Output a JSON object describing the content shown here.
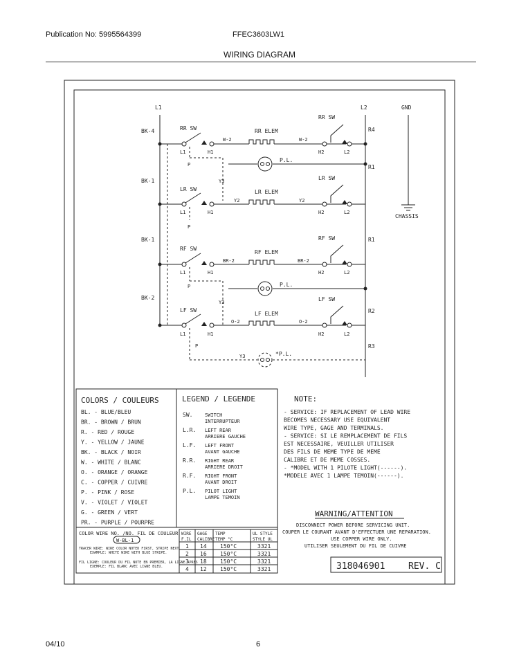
{
  "header": {
    "publication": "Publication No: 5995564399",
    "model": "FFEC3603LW1",
    "title": "WIRING DIAGRAM"
  },
  "footer": {
    "date": "04/10",
    "page": "6"
  },
  "diagram": {
    "lines": {
      "l1": "L1",
      "l2": "L2",
      "gnd": "GND",
      "chassis": "CHASSIS"
    },
    "wires": {
      "bk4": "BK-4",
      "bk1a": "BK-1",
      "bk1b": "BK-1",
      "bk2": "BK-2",
      "w2a": "W-2",
      "w2b": "W-2",
      "y2a": "Y2",
      "y2b": "Y2",
      "br2a": "BR-2",
      "br2b": "BR-2",
      "o2a": "O-2",
      "o2b": "O-2",
      "y3a": "Y3",
      "y3b": "Y3",
      "y3c": "Y3"
    },
    "resistances": {
      "r4": "R4",
      "r1a": "R1",
      "r1b": "R1",
      "r2": "R2",
      "r3": "R3"
    },
    "switches": {
      "rr_sw": "RR SW",
      "lr_sw": "LR SW",
      "rf_sw": "RF SW",
      "lf_sw": "LF SW",
      "rr_sw2": "RR SW",
      "lr_sw2": "LR SW",
      "rf_sw2": "RF SW",
      "lf_sw2": "LF SW"
    },
    "elements": {
      "rr_elem": "RR ELEM",
      "lr_elem": "LR ELEM",
      "rf_elem": "RF ELEM",
      "lf_elem": "LF ELEM"
    },
    "terminals": {
      "l1": "L1",
      "h1": "H1",
      "p": "P",
      "h2": "H2",
      "l2": "L2"
    },
    "pilot_lights": {
      "pl1": "P.L.",
      "pl2": "P.L.",
      "pl3": "*P.L."
    }
  },
  "colors_box": {
    "title": "COLORS / COULEURS",
    "items": [
      "BL. - BLUE/BLEU",
      "BR. - BROWN / BRUN",
      "R. - RED / ROUGE",
      "Y. - YELLOW / JAUNE",
      "BK. - BLACK / NOIR",
      "W. - WHITE / BLANC",
      "O. - ORANGE / ORANGE",
      "C. - COPPER / CUIVRE",
      "P. - PINK / ROSE",
      "V. - VIOLET / VIOLET",
      "G. - GREEN / VERT",
      "PR. - PURPLE / POURPRE"
    ]
  },
  "legend_box": {
    "title": "LEGEND / LEGENDE",
    "items": [
      {
        "abbr": "SW.",
        "text": [
          "SWITCH",
          "INTERRUPTEUR"
        ]
      },
      {
        "abbr": "L.R.",
        "text": [
          "LEFT REAR",
          "ARRIERE GAUCHE"
        ]
      },
      {
        "abbr": "L.F.",
        "text": [
          "LEFT FRONT",
          "AVANT GAUCHE"
        ]
      },
      {
        "abbr": "R.R.",
        "text": [
          "RIGHT REAR",
          "ARRIERE DROIT"
        ]
      },
      {
        "abbr": "R.F.",
        "text": [
          "RIGHT FRONT",
          "AVANT DROIT"
        ]
      },
      {
        "abbr": "P.L.",
        "text": [
          "PILOT LIGHT",
          "LAMPE TEMOIN"
        ]
      }
    ]
  },
  "note_box": {
    "title": "NOTE:",
    "lines": [
      "- SERVICE: IF REPLACEMENT OF LEAD WIRE",
      "  BECOMES NECESSARY USE EQUIVALENT",
      "  WIRE TYPE, GAGE AND TERMINALS.",
      "- SERVICE: SI LE REMPLACEMENT DE FILS",
      "  EST NECESSAIRE, VEUILLER UTILISER",
      "  DES FILS DE MEME TYPE DE MEME",
      "  CALIBRE ET DE MEME COSSES.",
      "- *MODEL WITH 1 PILOTE LIGHT(------).",
      "  *MODELE AVEC 1 LAMPE TEMOIN(------)."
    ]
  },
  "warning_box": {
    "title": "WARNING/ATTENTION",
    "lines": [
      "DISCONNECT POWER BEFORE SERVICING UNIT.",
      "COUPER LE COURANT AVANT D'EFFECTUER UNE REPARATION.",
      "USE COPPER WIRE ONLY.",
      "UTILISER SEULEMENT DU FIL DE CUIVRE"
    ]
  },
  "wire_code": {
    "title": "COLOR WIRE NO. /NO. FIL DE COULEUR",
    "badge": "W-BL-1",
    "tracer_lines": [
      "TRACER WIRE: WIRE COLOR NOTED FIRST, STRIPE NEXT",
      "EXAMPLE: WHITE WIRE WITH BLUE STRIPE."
    ],
    "fil_lines": [
      "FIL LIGNE: COULEUR DU FIL NOTE EN PREMIER, LA LIGNE APRES",
      "EXEMPLE: FIL BLANC AVEC LIGNE BLEU."
    ]
  },
  "wire_table": {
    "headers": [
      [
        "WIRE",
        "F.IL"
      ],
      [
        "GAGE",
        "CALIBRE"
      ],
      [
        "TEMP",
        "TEMP °C"
      ],
      [
        "UL STYLE",
        "STYLE UL"
      ]
    ],
    "rows": [
      [
        "1",
        "14",
        "150°C",
        "3321"
      ],
      [
        "2",
        "16",
        "150°C",
        "3321"
      ],
      [
        "3",
        "18",
        "150°C",
        "3321"
      ],
      [
        "4",
        "12",
        "150°C",
        "3321"
      ]
    ]
  },
  "part_number": "318046901",
  "revision": "REV. C"
}
